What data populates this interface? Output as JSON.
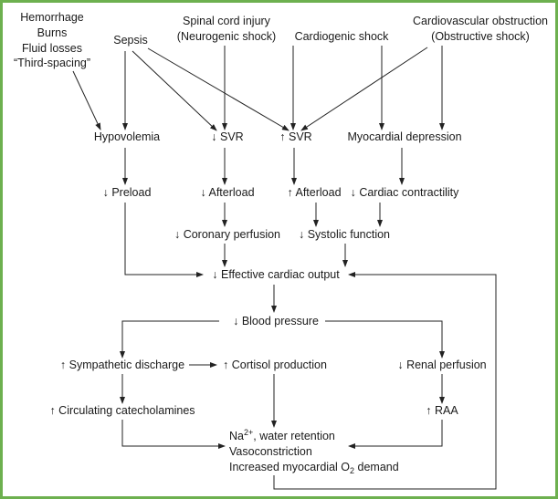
{
  "causes": {
    "hypovolemic": [
      "Hemorrhage",
      "Burns",
      "Fluid losses",
      "“Third-spacing”"
    ],
    "sepsis": "Sepsis",
    "neurogenic": [
      "Spinal cord injury",
      "(Neurogenic shock)"
    ],
    "cardiogenic": "Cardiogenic shock",
    "obstructive": [
      "Cardiovascular obstruction",
      "(Obstructive shock)"
    ]
  },
  "nodes": {
    "hypovolemia": "Hypovolemia",
    "svr_down": "↓ SVR",
    "svr_up": "↑ SVR",
    "myocardial_depression": "Myocardial depression",
    "preload_down": "↓ Preload",
    "afterload_down": "↓ Afterload",
    "afterload_up": "↑ Afterload",
    "contractility_down": "↓ Cardiac contractility",
    "coronary_perfusion_down": "↓ Coronary perfusion",
    "systolic_function_down": "↓ Systolic function",
    "cardiac_output_down": "↓ Effective cardiac output",
    "blood_pressure_down": "↓ Blood pressure",
    "sympathetic_up": "↑ Sympathetic discharge",
    "cortisol_up": "↑ Cortisol production",
    "renal_perfusion_down": "↓ Renal perfusion",
    "catecholamines_up": "↑ Circulating catecholamines",
    "raa_up": "↑ RAA",
    "effects": {
      "na": "Na",
      "na_sup": "2+",
      "na_rest": ", water retention",
      "vasoconstriction": "Vasoconstriction",
      "o2_pre": "Increased myocardial O",
      "o2_sub": "2",
      "o2_post": " demand"
    }
  },
  "colors": {
    "border": "#6db04f",
    "ink": "#1a1a1a"
  }
}
